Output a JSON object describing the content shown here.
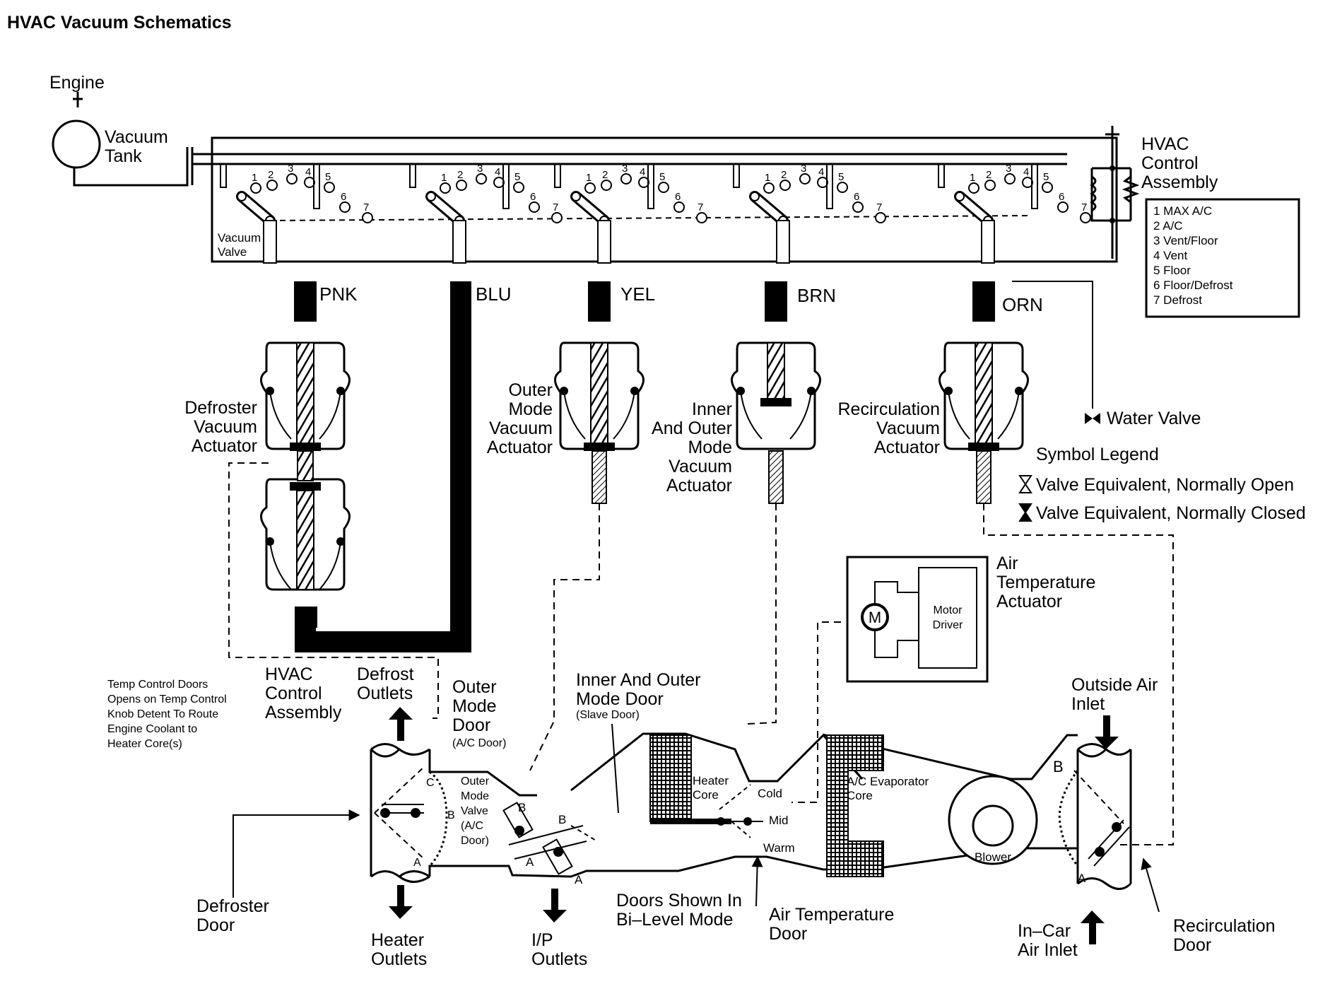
{
  "title": "HVAC Vacuum Schematics",
  "engine": "Engine",
  "vacuum_tank": [
    "Vacuum",
    "Tank"
  ],
  "vacuum_valve": [
    "Vacuum",
    "Valve"
  ],
  "hvac_control_assembly_top": [
    "HVAC",
    "Control",
    "Assembly"
  ],
  "mode_legend": [
    "1  MAX A/C",
    "2  A/C",
    "3  Vent/Floor",
    "4  Vent",
    "5  Floor",
    "6  Floor/Defrost",
    "7  Defrost"
  ],
  "valve_numbers": [
    "1",
    "2",
    "3",
    "4",
    "5",
    "6",
    "7"
  ],
  "hoses": [
    "PNK",
    "BLU",
    "YEL",
    "BRN",
    "ORN"
  ],
  "water_valve": "Water Valve",
  "symbol_legend": {
    "title": "Symbol Legend",
    "normally_open": "Valve Equivalent, Normally Open",
    "normally_closed": "Valve Equivalent, Normally Closed"
  },
  "actuators": {
    "defroster": [
      "Defroster",
      "Vacuum",
      "Actuator"
    ],
    "outer_mode": [
      "Outer",
      "Mode",
      "Vacuum",
      "Actuator"
    ],
    "inner_outer": [
      "Inner",
      "And Outer",
      "Mode",
      "Vacuum",
      "Actuator"
    ],
    "recirculation": [
      "Recirculation",
      "Vacuum",
      "Actuator"
    ]
  },
  "air_temp_actuator": {
    "label": [
      "Air",
      "Temperature",
      "Actuator"
    ],
    "motor": "M",
    "driver": [
      "Motor",
      "Driver"
    ]
  },
  "temp_note": [
    "Temp Control Doors",
    "Opens on Temp Control",
    "Knob Detent To Route",
    "Engine Coolant to",
    "Heater Core(s)"
  ],
  "hvac_control_assembly_bottom": [
    "HVAC",
    "Control",
    "Assembly"
  ],
  "defrost_outlets": [
    "Defrost",
    "Outlets"
  ],
  "outer_mode_door": [
    "Outer",
    "Mode",
    "Door"
  ],
  "ac_door": "(A/C Door)",
  "inner_outer_door": [
    "Inner And Outer",
    "Mode Door"
  ],
  "slave_door": "(Slave Door)",
  "outside_air_inlet": [
    "Outside Air",
    "Inlet"
  ],
  "outer_mode_valve": [
    "Outer",
    "Mode",
    "Valve",
    "(A/C",
    "Door)"
  ],
  "heater_core": [
    "Heater",
    "Core"
  ],
  "temp_positions": [
    "Cold",
    "Mid",
    "Warm"
  ],
  "ac_evaporator": [
    "A/C Evaporator",
    "Core"
  ],
  "blower": "Blower",
  "door_letters": [
    "A",
    "B",
    "C"
  ],
  "defroster_door": [
    "Defroster",
    "Door"
  ],
  "heater_outlets": [
    "Heater",
    "Outlets"
  ],
  "ip_outlets": [
    "I/P",
    "Outlets"
  ],
  "doors_shown": [
    "Doors Shown In",
    "Bi–Level Mode"
  ],
  "air_temp_door": [
    "Air Temperature",
    "Door"
  ],
  "in_car_inlet": [
    "In–Car",
    "Air Inlet"
  ],
  "recirculation_door": [
    "Recirculation",
    "Door"
  ]
}
